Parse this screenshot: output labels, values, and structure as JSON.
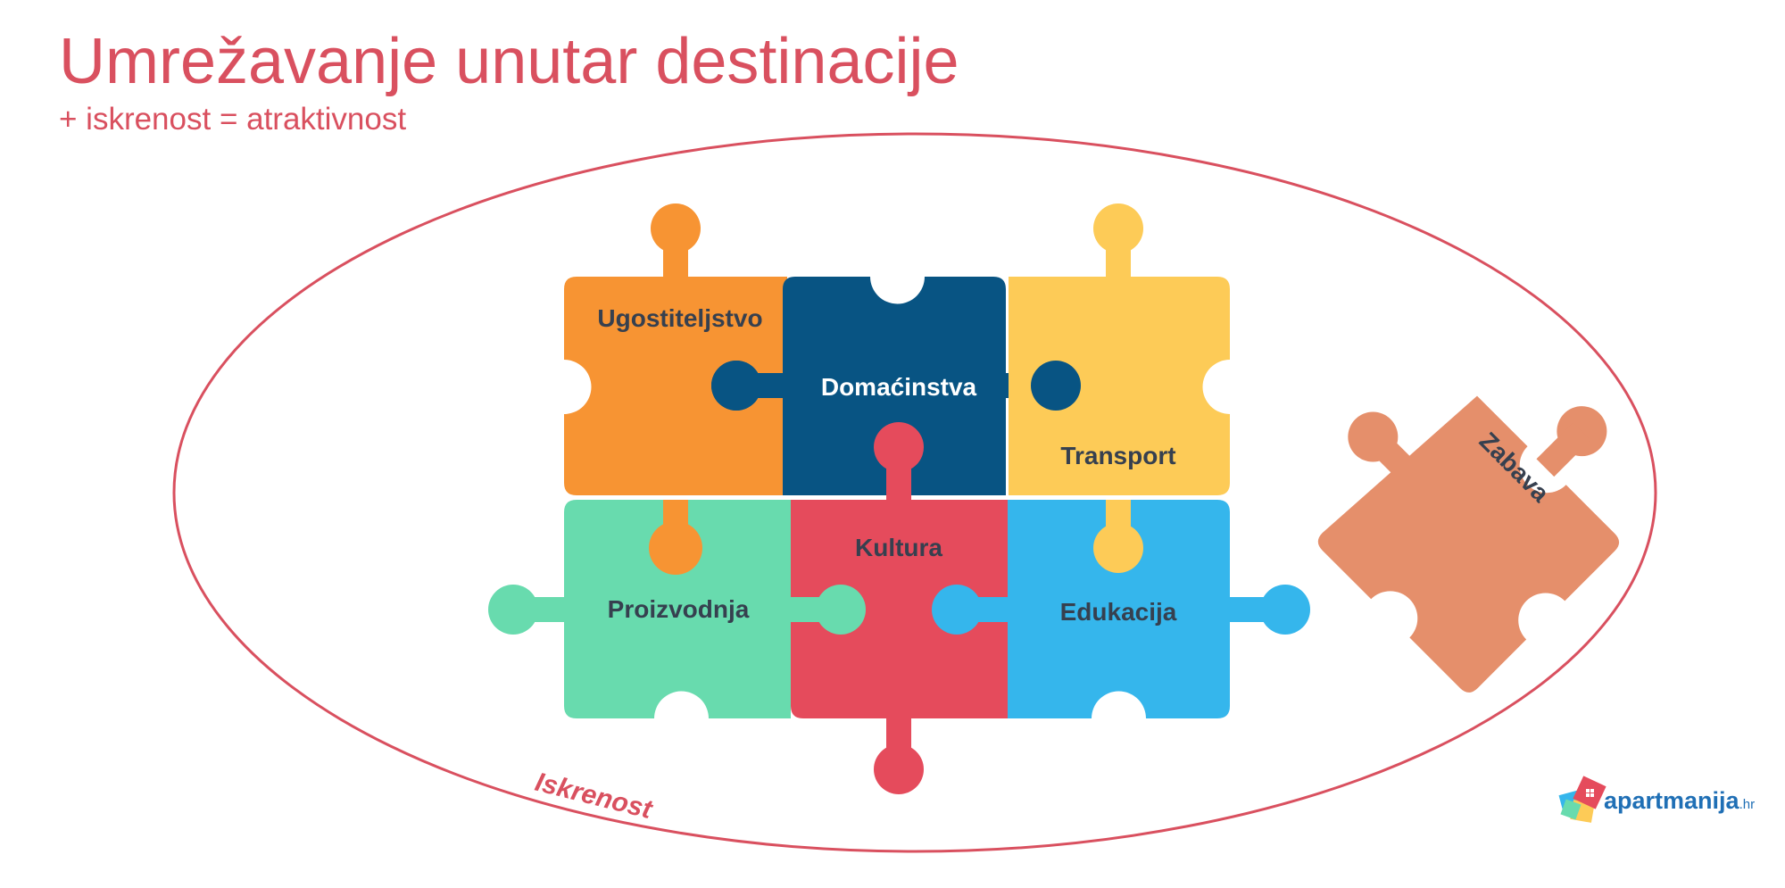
{
  "header": {
    "title": "Umrežavanje unutar destinacije",
    "subtitle": "+ iskrenost = atraktivnost"
  },
  "diagram": {
    "boundary_label": "Iskrenost",
    "pieces": [
      {
        "id": "ugostiteljstvo",
        "label": "Ugostiteljstvo",
        "color": "#f79433"
      },
      {
        "id": "domacinstva",
        "label": "Domaćinstva",
        "color": "#085483"
      },
      {
        "id": "transport",
        "label": "Transport",
        "color": "#fdcb57"
      },
      {
        "id": "proizvodnja",
        "label": "Proizvodnja",
        "color": "#68dbae"
      },
      {
        "id": "kultura",
        "label": "Kultura",
        "color": "#e54b5c"
      },
      {
        "id": "edukacija",
        "label": "Edukacija",
        "color": "#35b6ec"
      },
      {
        "id": "zabava",
        "label": "Zabava",
        "color": "#e58f6b"
      }
    ],
    "label_color": "#36404f",
    "label_color_light": "#ffffff",
    "boundary_color": "#d9505f"
  },
  "logo": {
    "brand": "apartmanija",
    "suffix": ".hr"
  }
}
